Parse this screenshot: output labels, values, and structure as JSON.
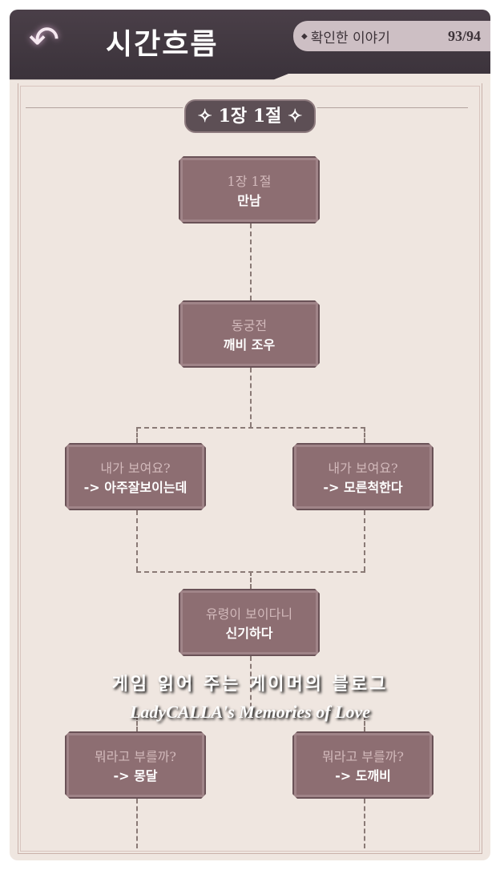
{
  "header": {
    "back_icon": "back-arrow-icon",
    "title": "시간흐름",
    "stat_label": "확인한 이야기",
    "stat_value": "93/94"
  },
  "chapter": "1장 1절",
  "nodes": [
    {
      "q": "1장 1절",
      "a": "만남"
    },
    {
      "q": "동궁전",
      "a": "깨비 조우"
    },
    {
      "q": "내가 보여요?",
      "a": "-> 아주잘보이는데"
    },
    {
      "q": "내가 보여요?",
      "a": "-> 모른척한다"
    },
    {
      "q": "유령이 보이다니",
      "a": "신기하다"
    },
    {
      "q": "뭐라고 부를까?",
      "a": "-> 몽달"
    },
    {
      "q": "뭐라고 부를까?",
      "a": "-> 도깨비"
    }
  ],
  "watermark": {
    "line1": "게임 읽어 주는 게이머의 블로그",
    "line2": "LadyCALLA's Memories of Love"
  }
}
